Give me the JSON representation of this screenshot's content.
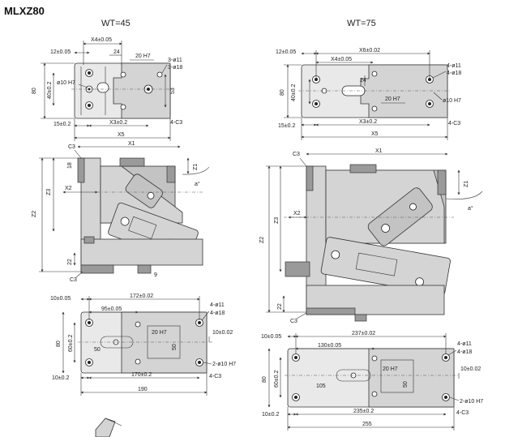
{
  "title": "MLXZ80",
  "views": {
    "wt45": {
      "label": "WT=45",
      "top": {
        "x4": "X4±0.05",
        "d24": "24",
        "d12": "12±0.05",
        "h20": "20 H7",
        "h3d11": "3-ø11",
        "h3d18": "3-ø18",
        "d80": "80",
        "d40": "40±0.2",
        "h10": "ø10 H7",
        "d53": "53",
        "d15": "15±0.2",
        "x3": "X3±0.2",
        "c3": "4-C3",
        "x5": "X5"
      },
      "side": {
        "c3a": "C3",
        "x1": "X1",
        "d18": "18",
        "z1": "Z1",
        "ang": "a°",
        "z3": "Z3",
        "x2": "X2",
        "z2": "Z2",
        "d22": "22",
        "c3b": "C3",
        "d9": "9"
      },
      "bottom": {
        "d10": "10±0.05",
        "d172": "172±0.02",
        "d95": "95±0.05",
        "d4d11": "4-ø11",
        "d4d18": "4-ø18",
        "d80": "80",
        "d60": "60±0.2",
        "h20": "20 H7",
        "d50a": "50",
        "d50b": "50",
        "d10r": "10±0.02",
        "h2d10": "2-ø10 H7",
        "c3": "4-C3",
        "d10b": "10±0.2",
        "d170": "170±0.2",
        "d190": "190"
      }
    },
    "wt75": {
      "label": "WT=75",
      "top": {
        "d12": "12±0.05",
        "x6": "X6±0.02",
        "x4": "X4±0.05",
        "h4d11": "4-ø11",
        "h4d18": "4-ø18",
        "d80": "80",
        "d40": "40±0.2",
        "d24": "24",
        "h20": "20 H7",
        "h10": "ø10 H7",
        "d15": "15±0.2",
        "x3": "X3±0.2",
        "c3": "4-C3",
        "x5": "X5"
      },
      "side": {
        "c3a": "C3",
        "x1": "X1",
        "z1": "Z1",
        "ang": "a°",
        "z3": "Z3",
        "x2": "X2",
        "z2": "Z2",
        "d22": "22",
        "c3b": "C3"
      },
      "bottom": {
        "d10": "10±0.05",
        "d237": "237±0.02",
        "d130": "130±0.05",
        "d4d11": "4-ø11",
        "d4d18": "4-ø18",
        "d10r": "10±0.02",
        "d80": "80",
        "d60": "60±0.2",
        "h20": "20 H7",
        "d105": "105",
        "d50": "50",
        "h2d10": "2-ø10 H7",
        "d10b": "10±0.2",
        "d235": "235±0.2",
        "c3": "4-C3",
        "d255": "255"
      }
    }
  }
}
